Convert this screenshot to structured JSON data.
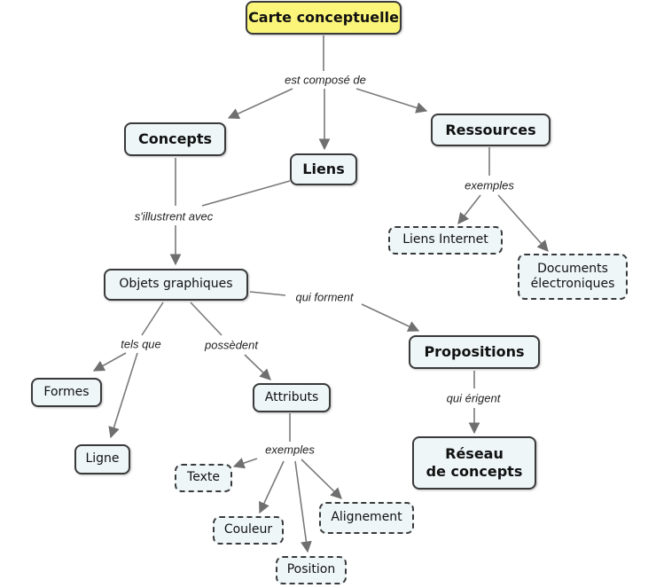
{
  "title": "Carte conceptuelle",
  "nodes": {
    "carte": {
      "label": "Carte conceptuelle"
    },
    "concepts": {
      "label": "Concepts"
    },
    "liens": {
      "label": "Liens"
    },
    "ressources": {
      "label": "Ressources"
    },
    "liens_internet": {
      "label": "Liens Internet"
    },
    "documents": {
      "label": "Documents\nélectroniques"
    },
    "objets": {
      "label": "Objets graphiques"
    },
    "propositions": {
      "label": "Propositions"
    },
    "formes": {
      "label": "Formes"
    },
    "ligne": {
      "label": "Ligne"
    },
    "attributs": {
      "label": "Attributs"
    },
    "reseau": {
      "label": "Réseau\nde concepts"
    },
    "texte": {
      "label": "Texte"
    },
    "couleur": {
      "label": "Couleur"
    },
    "position": {
      "label": "Position"
    },
    "alignement": {
      "label": "Alignement"
    }
  },
  "links": {
    "est_compose_de": "est composé de",
    "s_illustrent_avec": "s'illustrent avec",
    "exemples_ressources": "exemples",
    "qui_forment": "qui forment",
    "tels_que": "tels que",
    "possedent": "possèdent",
    "qui_erigent": "qui érigent",
    "exemples_attributs": "exemples"
  },
  "colors": {
    "root_fill": "#fbf57a",
    "node_fill": "#eef6f8",
    "border": "#3a3a3a",
    "edge": "#777777"
  }
}
